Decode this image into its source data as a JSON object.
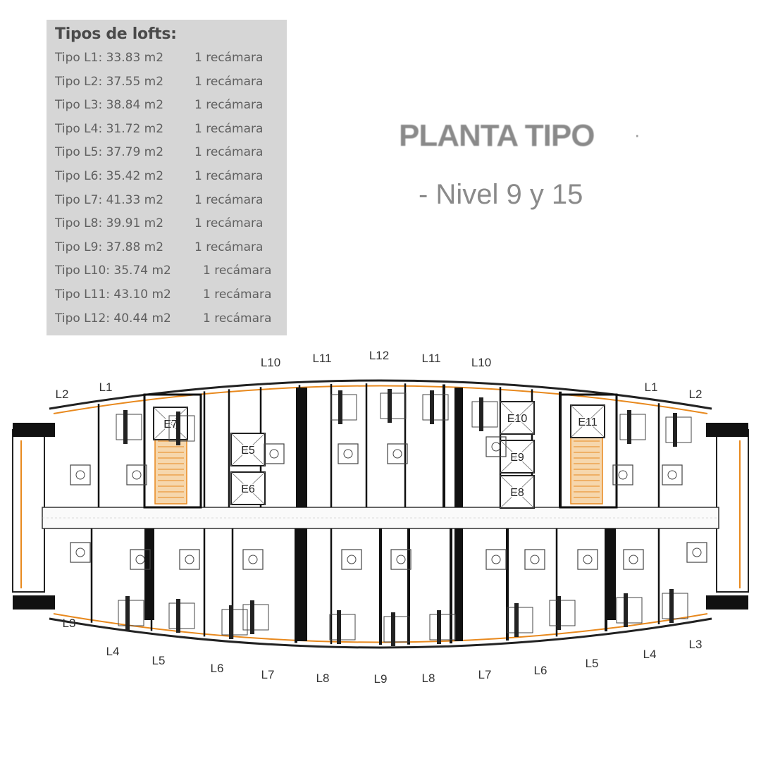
{
  "legend": {
    "title": "Tipos de lofts:",
    "rows": [
      {
        "type": "Tipo L1: 33.83 m2",
        "rooms": "1 recámara"
      },
      {
        "type": "Tipo L2: 37.55 m2",
        "rooms": "1 recámara"
      },
      {
        "type": "Tipo L3: 38.84 m2",
        "rooms": "1 recámara"
      },
      {
        "type": "Tipo L4: 31.72 m2",
        "rooms": "1 recámara"
      },
      {
        "type": "Tipo L5: 37.79 m2",
        "rooms": "1 recámara"
      },
      {
        "type": "Tipo L6: 35.42 m2",
        "rooms": "1 recámara"
      },
      {
        "type": "Tipo L7: 41.33 m2",
        "rooms": "1 recámara"
      },
      {
        "type": "Tipo L8: 39.91 m2",
        "rooms": "1 recámara"
      },
      {
        "type": "Tipo L9: 37.88 m2",
        "rooms": "1 recámara"
      },
      {
        "type": "Tipo L10: 35.74 m2",
        "rooms": "1 recámara"
      },
      {
        "type": "Tipo L11: 43.10 m2",
        "rooms": "1 recámara"
      },
      {
        "type": "Tipo L12: 40.44 m2",
        "rooms": "1 recámara"
      }
    ]
  },
  "heading": {
    "title": "PLANTA TIPO",
    "title_suffix": "·",
    "subtitle": "- Nivel 9 y 15"
  },
  "plan": {
    "top_labels": [
      "L2",
      "L1",
      "L10",
      "L11",
      "L12",
      "L11",
      "L10",
      "L1",
      "L2"
    ],
    "bottom_labels": [
      "L3",
      "L4",
      "L5",
      "L6",
      "L7",
      "L8",
      "L9",
      "L8",
      "L7",
      "L6",
      "L5",
      "L4",
      "L3"
    ],
    "elevator_labels": [
      "E7",
      "E5",
      "E6",
      "E10",
      "E9",
      "E8",
      "E11"
    ],
    "colors": {
      "wall": "#111111",
      "accent": "#e8891e",
      "line": "#444444"
    }
  }
}
